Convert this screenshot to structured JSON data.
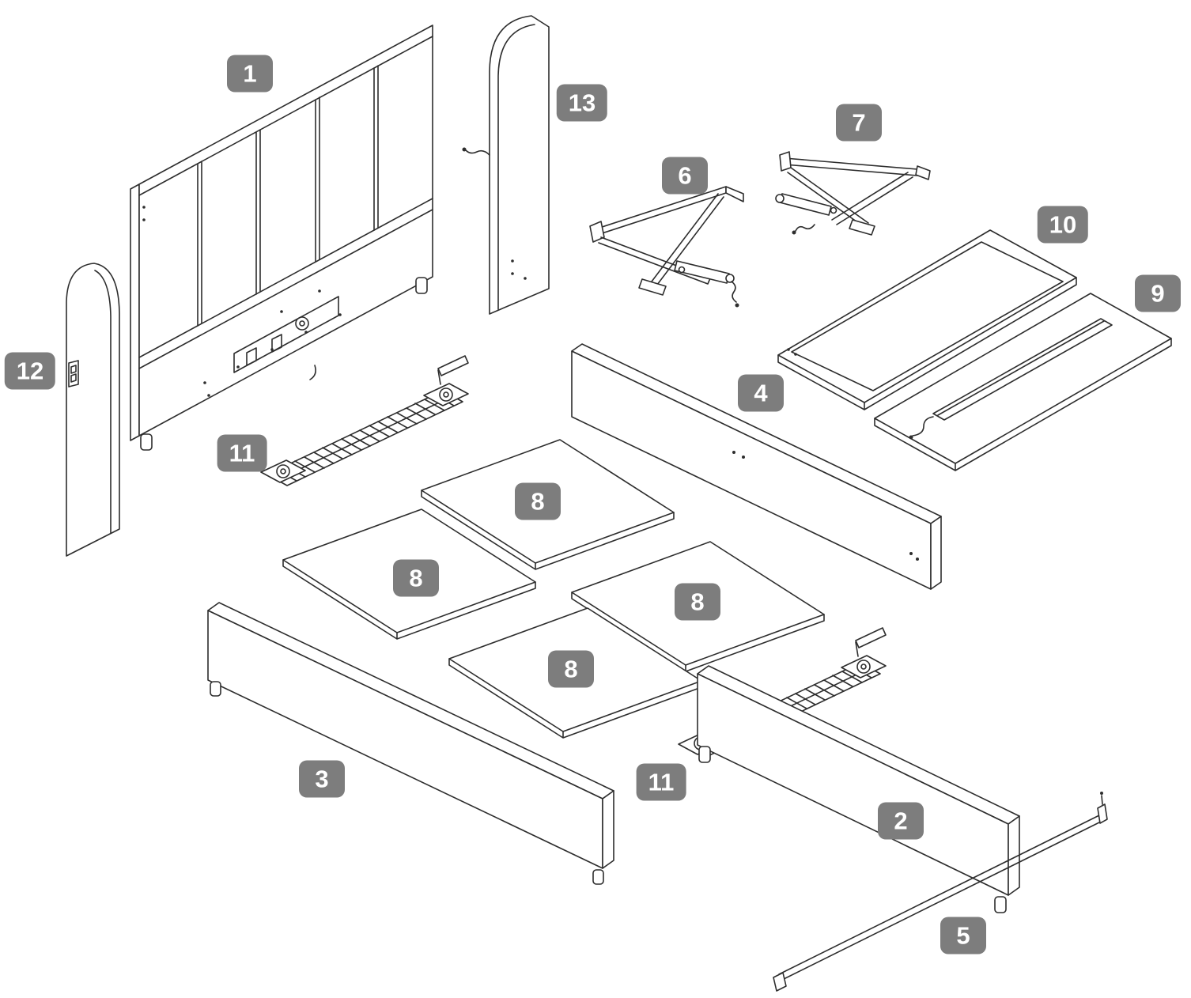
{
  "colors": {
    "badge_background": "#7d7d7d",
    "badge_text": "#ffffff",
    "line": "#2d2d2d",
    "background": "#ffffff"
  },
  "parts": [
    {
      "number": "1"
    },
    {
      "number": "13"
    },
    {
      "number": "7"
    },
    {
      "number": "6"
    },
    {
      "number": "10"
    },
    {
      "number": "9"
    },
    {
      "number": "4"
    },
    {
      "number": "12"
    },
    {
      "number": "11"
    },
    {
      "number": "8"
    },
    {
      "number": "8"
    },
    {
      "number": "8"
    },
    {
      "number": "8"
    },
    {
      "number": "3"
    },
    {
      "number": "11"
    },
    {
      "number": "2"
    },
    {
      "number": "5"
    }
  ]
}
